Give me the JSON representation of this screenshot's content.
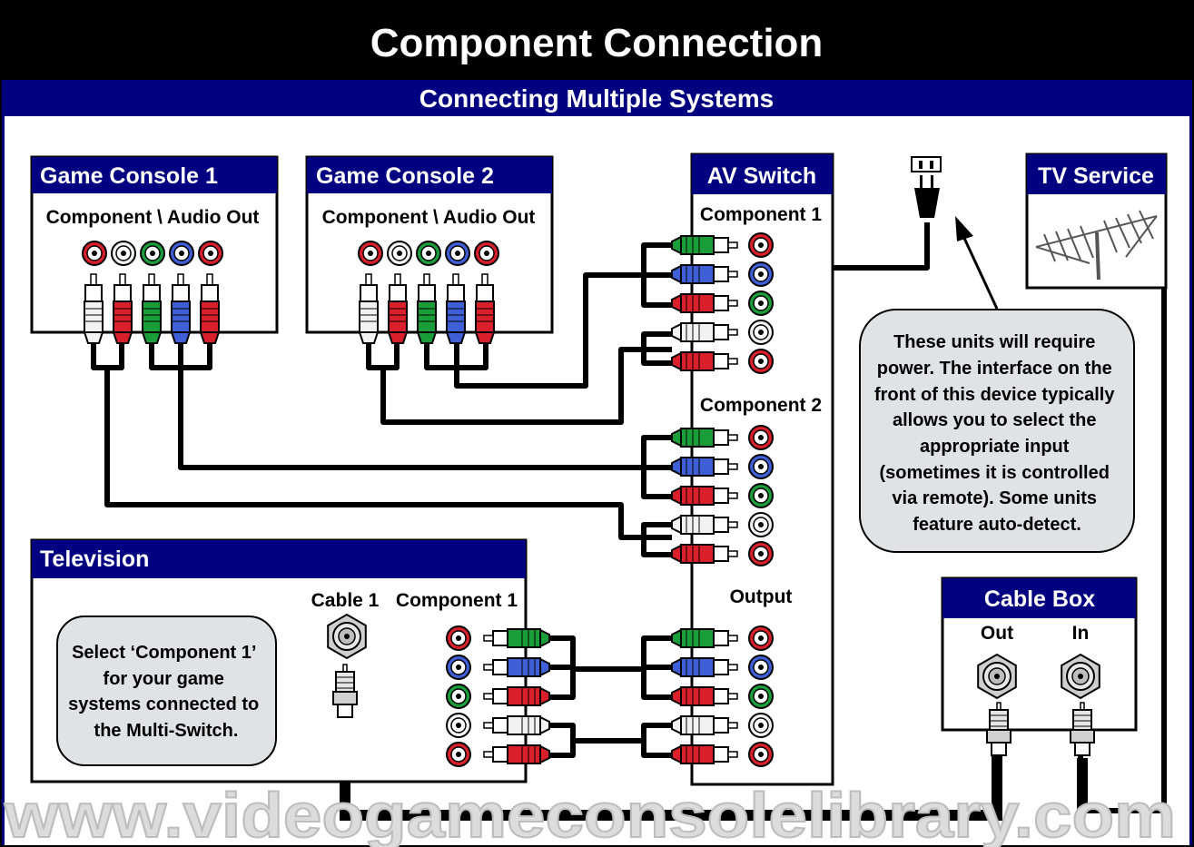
{
  "header": {
    "title": "Component Connection",
    "subtitle": "Connecting Multiple Systems"
  },
  "game_console_1": {
    "title": "Game Console 1",
    "port_label": "Component \\ Audio  Out"
  },
  "game_console_2": {
    "title": "Game Console 2",
    "port_label": "Component \\ Audio  Out"
  },
  "av_switch": {
    "title": "AV Switch",
    "input_1_label": "Component 1",
    "input_2_label": "Component 2",
    "output_label": "Output"
  },
  "tv_service": {
    "title": "TV Service",
    "icon": "antenna-icon"
  },
  "power_plug": {
    "icon": "power-plug-icon"
  },
  "power_note": {
    "lines": [
      "These units will require",
      "power.  The interface on the",
      "front of this device typically",
      "allows you to select the",
      "appropriate input",
      "(sometimes it is controlled",
      "via remote).  Some units",
      "feature auto-detect."
    ]
  },
  "television": {
    "title": "Television",
    "cable_label": "Cable 1",
    "component_label": "Component 1"
  },
  "tv_note": {
    "lines": [
      "Select ‘Component 1’",
      "for your game",
      "systems connected to",
      "the Multi-Switch."
    ]
  },
  "cable_box": {
    "title": "Cable Box",
    "out_label": "Out",
    "in_label": "In"
  },
  "watermark": "www.videogameconsolelibrary.com",
  "colors": {
    "header_bg": "#000000",
    "bar_blue": "#000080",
    "green": "#1a9e3a",
    "blue": "#3f5fd6",
    "red": "#d9202a",
    "white": "#f2f2f2",
    "note_bg": "#dfe3e3"
  }
}
